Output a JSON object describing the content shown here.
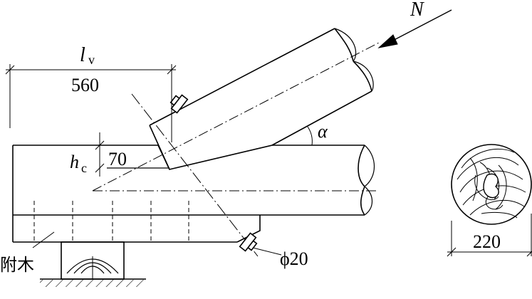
{
  "labels": {
    "force": "N",
    "angle": "α",
    "lv_main": "l",
    "lv_sub": "v",
    "lv_value": "560",
    "hc_main": "h",
    "hc_sub": "c",
    "hc_value": "70",
    "bolt": "ϕ20",
    "aux_wood": "附木",
    "section_width": "220"
  },
  "colors": {
    "stroke": "#000000",
    "background": "#ffffff"
  }
}
